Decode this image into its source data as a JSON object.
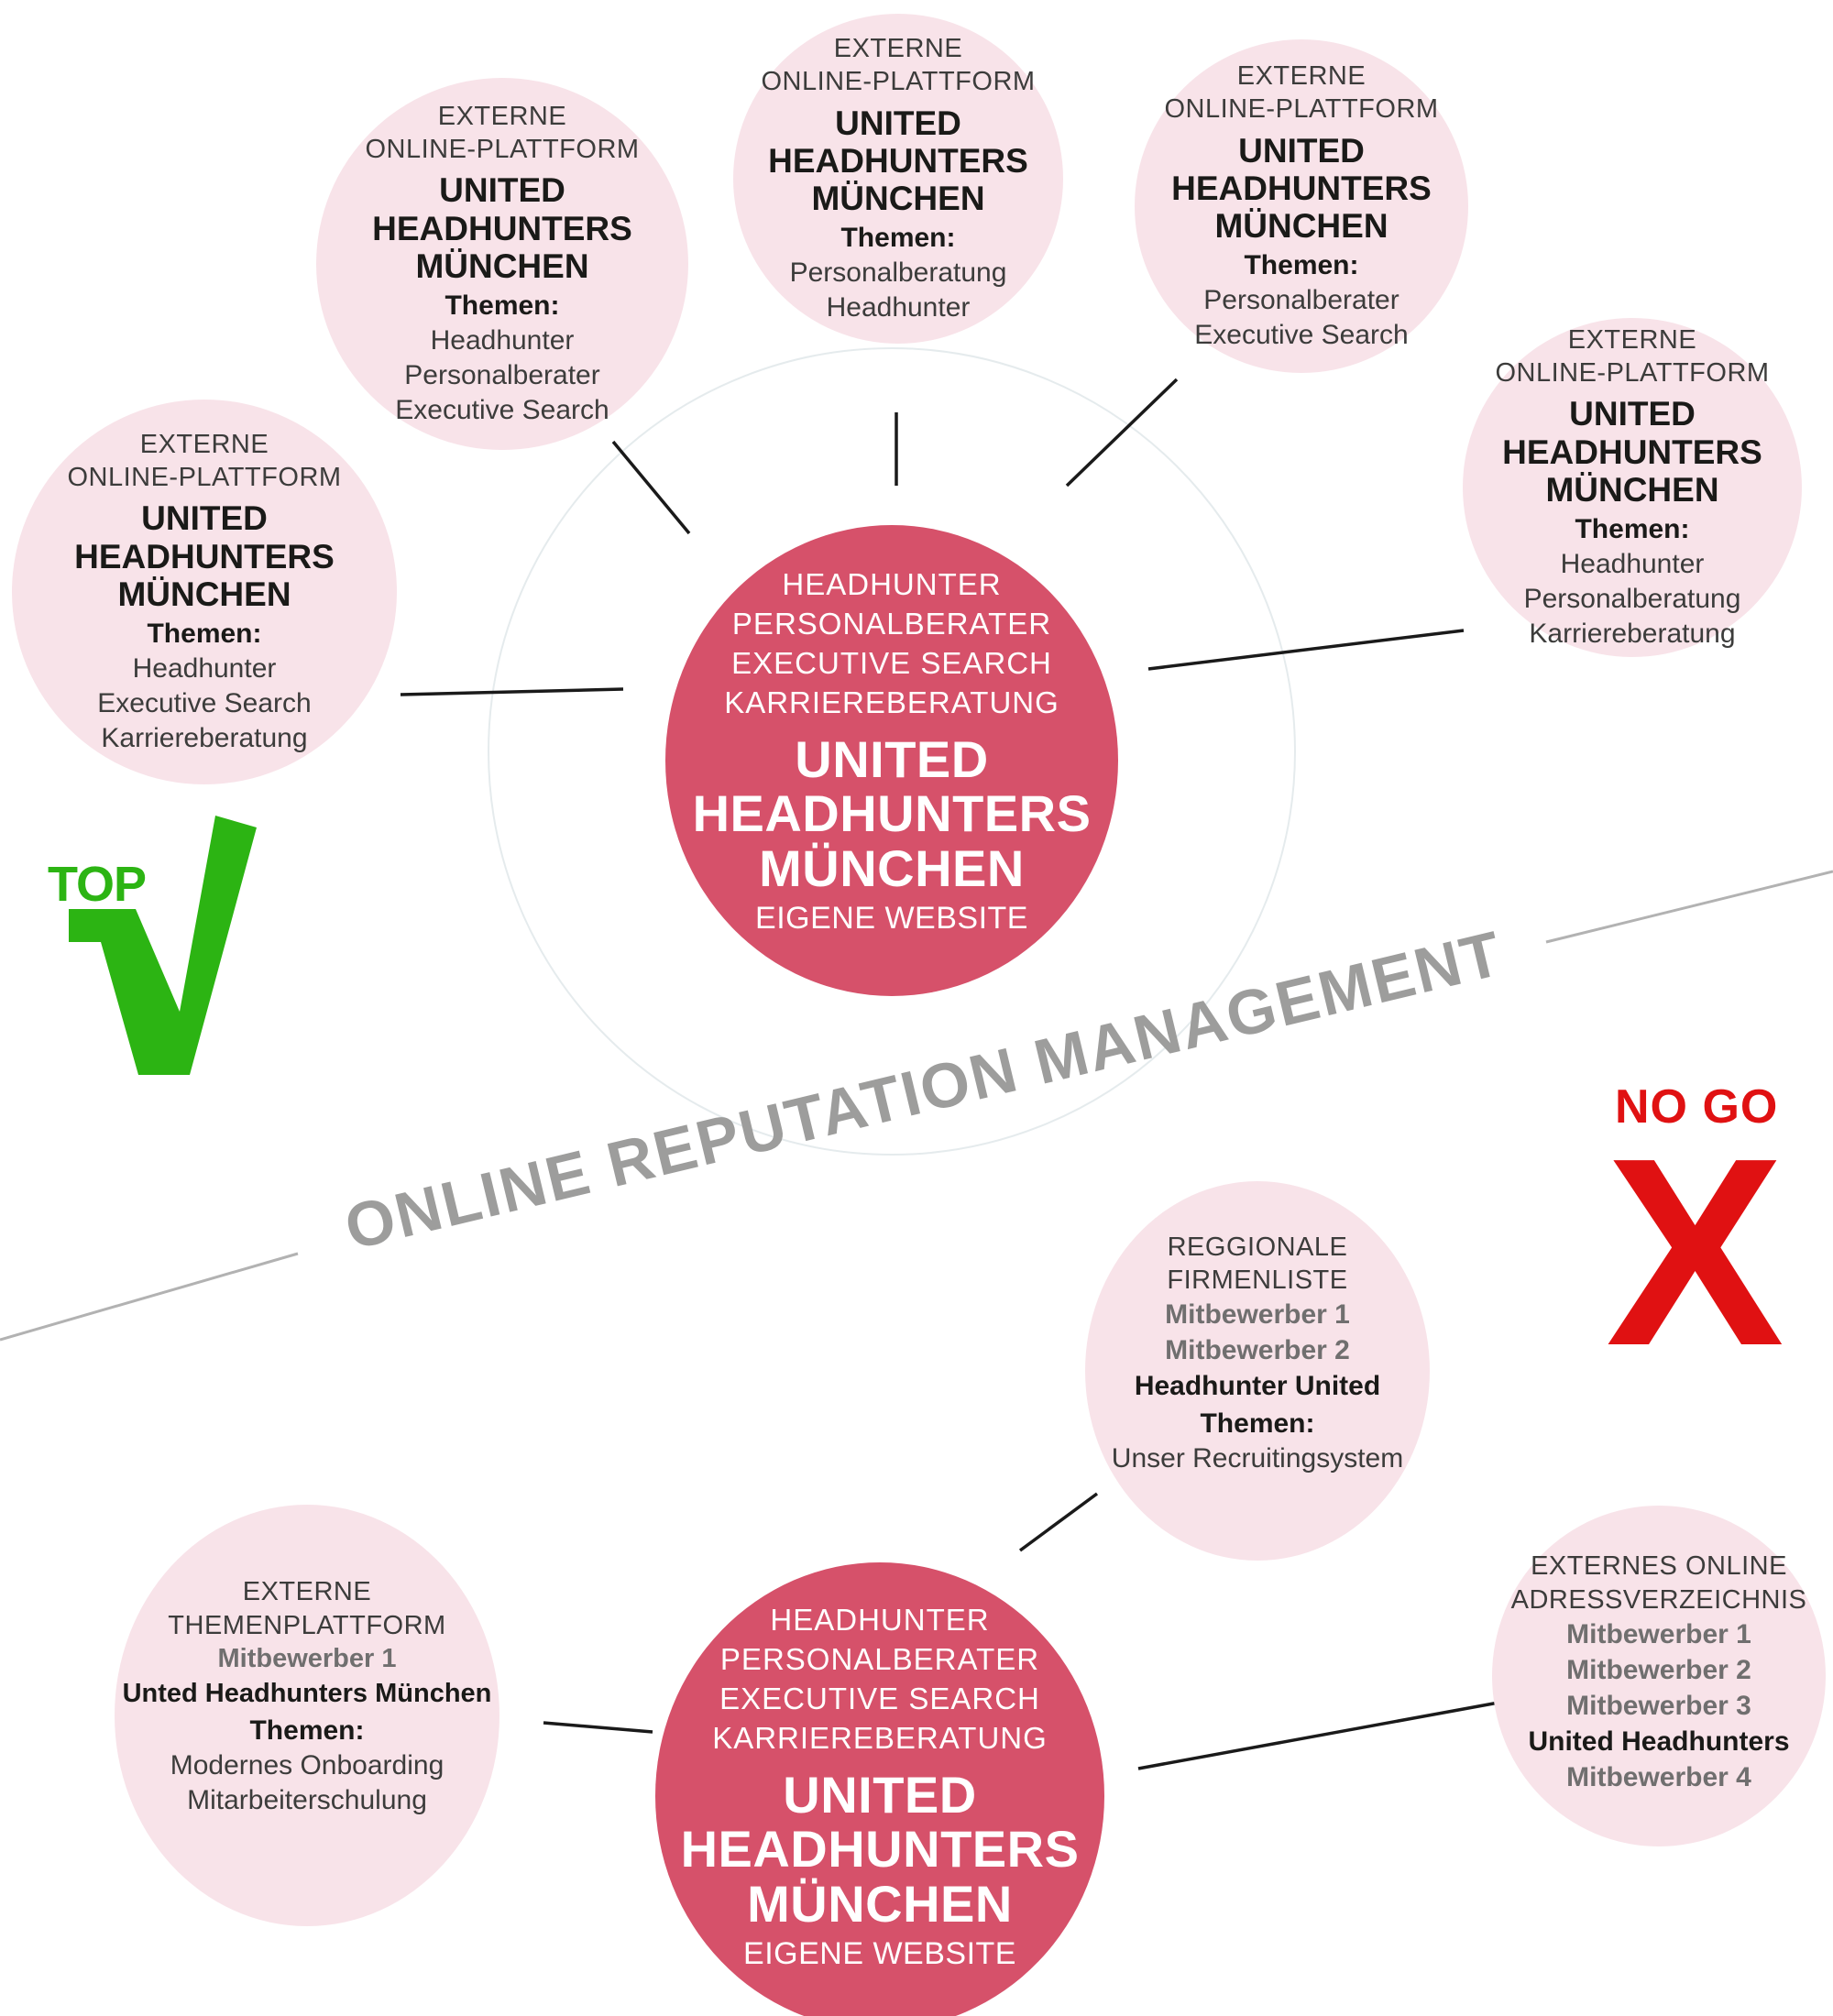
{
  "colors": {
    "hub_circle": "#d6516a",
    "satellite_circle": "#f8e3e9",
    "dark_text": "#1a1a18",
    "soft_text": "#3c3c3b",
    "competitor_gray": "#706f6f",
    "watermark_gray": "#9d9d9c",
    "thin_line_gray": "#b2b2b2",
    "connector_black": "#1a1a1a",
    "top_green": "#2cb413",
    "nogo_red": "#e01112"
  },
  "watermark": {
    "text": "ONLINE REPUTATION MANAGEMENT"
  },
  "badge_top": {
    "label": "TOP"
  },
  "badge_no_go": {
    "label": "NO GO",
    "mark": "X"
  },
  "hub": {
    "keywords": [
      "HEADHUNTER",
      "PERSONALBERATER",
      "EXECUTIVE SEARCH",
      "KARRIEREBERATUNG"
    ],
    "title": [
      "UNITED",
      "HEADHUNTERS",
      "MÜNCHEN"
    ],
    "subtitle": "EIGENE WEBSITE"
  },
  "satellites_top": [
    {
      "header": [
        "EXTERNE",
        "ONLINE-PLATTFORM"
      ],
      "title": [
        "UNITED",
        "HEADHUNTERS",
        "MÜNCHEN"
      ],
      "themen": "Themen:",
      "topics": [
        "Headhunter",
        "Executive Search",
        "Karriereberatung"
      ]
    },
    {
      "header": [
        "EXTERNE",
        "ONLINE-PLATTFORM"
      ],
      "title": [
        "UNITED",
        "HEADHUNTERS",
        "MÜNCHEN"
      ],
      "themen": "Themen:",
      "topics": [
        "Headhunter",
        "Personalberater",
        "Executive Search"
      ]
    },
    {
      "header": [
        "EXTERNE",
        "ONLINE-PLATTFORM"
      ],
      "title": [
        "UNITED",
        "HEADHUNTERS",
        "MÜNCHEN"
      ],
      "themen": "Themen:",
      "topics": [
        "Personalberatung",
        "Headhunter"
      ]
    },
    {
      "header": [
        "EXTERNE",
        "ONLINE-PLATTFORM"
      ],
      "title": [
        "UNITED",
        "HEADHUNTERS",
        "MÜNCHEN"
      ],
      "themen": "Themen:",
      "topics": [
        "Personalberater",
        "Executive Search"
      ]
    },
    {
      "header": [
        "EXTERNE",
        "ONLINE-PLATTFORM"
      ],
      "title": [
        "UNITED",
        "HEADHUNTERS",
        "MÜNCHEN"
      ],
      "themen": "Themen:",
      "topics": [
        "Headhunter",
        "Personalberatung",
        "Karriereberatung"
      ]
    }
  ],
  "satellites_bottom": [
    {
      "header": [
        "REGGIONALE",
        "FIRMENLISTE"
      ],
      "entries": [
        {
          "text": "Mitbewerber 1",
          "emphasis": "competitor"
        },
        {
          "text": "Mitbewerber 2",
          "emphasis": "competitor"
        },
        {
          "text": "Headhunter United",
          "emphasis": "own"
        }
      ],
      "themen": "Themen:",
      "topics": [
        "Unser Recruitingsystem"
      ]
    },
    {
      "header": [
        "EXTERNE",
        "THEMENPLATTFORM"
      ],
      "entries": [
        {
          "text": "Mitbewerber 1",
          "emphasis": "competitor"
        },
        {
          "text": "Unted Headhunters München",
          "emphasis": "own"
        }
      ],
      "themen": "Themen:",
      "topics": [
        "Modernes Onboarding",
        "Mitarbeiterschulung"
      ]
    },
    {
      "header": [
        "EXTERNES ONLINE",
        "ADRESSVERZEICHNIS"
      ],
      "entries": [
        {
          "text": "Mitbewerber 1",
          "emphasis": "competitor"
        },
        {
          "text": "Mitbewerber 2",
          "emphasis": "competitor"
        },
        {
          "text": "Mitbewerber 3",
          "emphasis": "competitor"
        },
        {
          "text": "United Headhunters",
          "emphasis": "own"
        },
        {
          "text": "Mitbewerber 4",
          "emphasis": "competitor"
        }
      ]
    }
  ]
}
